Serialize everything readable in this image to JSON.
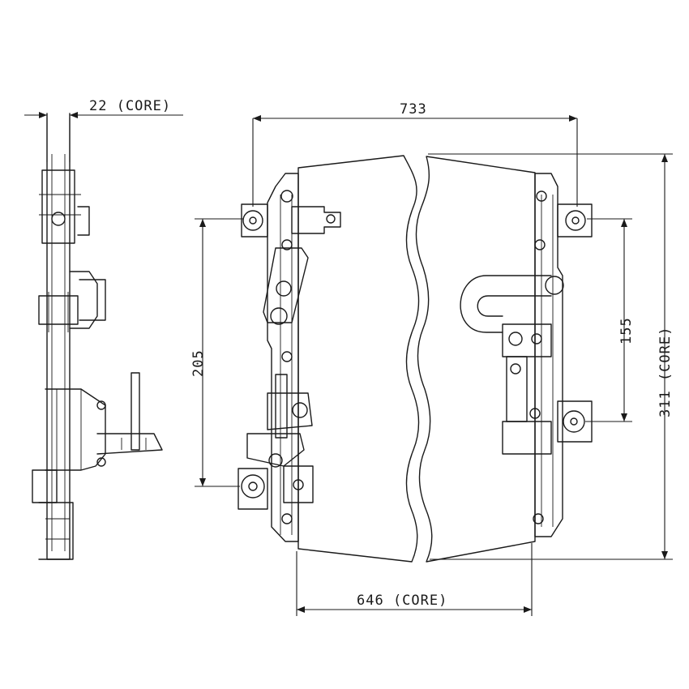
{
  "dimensions": {
    "side_thickness": "22 (CORE)",
    "total_width": "733",
    "core_width": "646 (CORE)",
    "left_mount_spacing": "205",
    "right_mount_spacing": "155",
    "core_height": "311 (CORE)"
  },
  "colors": {
    "line": "#1a1a1a",
    "background": "#ffffff"
  }
}
